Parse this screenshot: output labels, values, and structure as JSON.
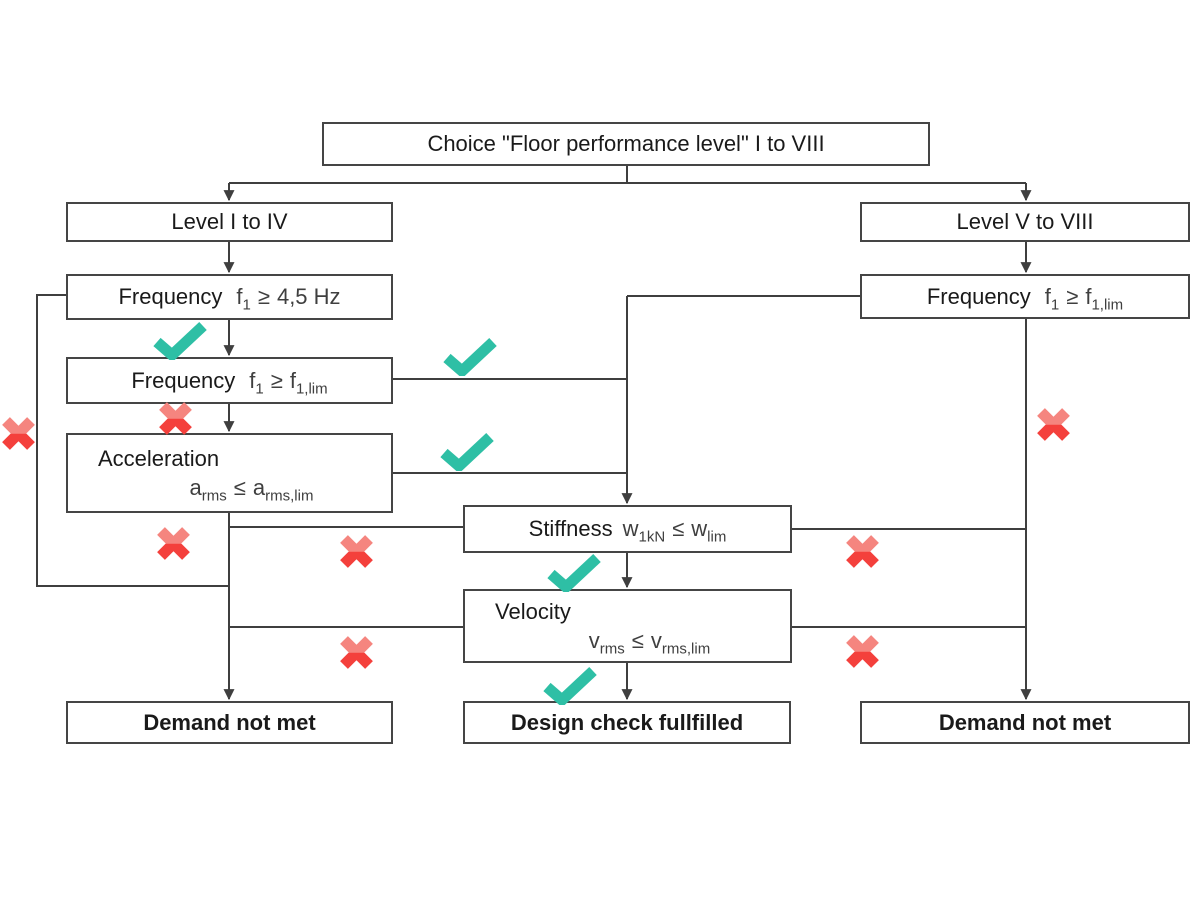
{
  "colors": {
    "check": "#2ebfa5",
    "cross_top": "#f5857f",
    "cross_bottom": "#f4403c",
    "line": "#3f3f3f",
    "border": "#454545",
    "label_text": "#1a1a1a",
    "formula_text": "#3f3f3f",
    "background": "#ffffff"
  },
  "icons": {
    "pass": "check-icon",
    "fail": "cross-icon"
  },
  "boxes": {
    "choice": {
      "label": "Choice \"Floor performance level\" I to VIII"
    },
    "level_1_4": {
      "label": "Level I to IV"
    },
    "level_5_8": {
      "label": "Level V to VIII"
    },
    "freq_45": {
      "label": "Frequency",
      "formula": {
        "lhs": "f",
        "lhs_sub": "1",
        "op": "≥",
        "rhs": "4,5 Hz",
        "rhs_sub": ""
      }
    },
    "freq_lim_left": {
      "label": "Frequency",
      "formula": {
        "lhs": "f",
        "lhs_sub": "1",
        "op": "≥",
        "rhs": "f",
        "rhs_sub": "1,lim"
      }
    },
    "acceleration": {
      "label": "Acceleration",
      "formula": {
        "lhs": "a",
        "lhs_sub": "rms",
        "op": "≤",
        "rhs": "a",
        "rhs_sub": "rms,lim"
      }
    },
    "freq_lim_right": {
      "label": "Frequency",
      "formula": {
        "lhs": "f",
        "lhs_sub": "1",
        "op": "≥",
        "rhs": "f",
        "rhs_sub": "1,lim"
      }
    },
    "stiffness": {
      "label": "Stiffness",
      "formula": {
        "lhs": "w",
        "lhs_sub": "1kN",
        "op": "≤",
        "rhs": "w",
        "rhs_sub": "lim"
      }
    },
    "velocity": {
      "label": "Velocity",
      "formula": {
        "lhs": "v",
        "lhs_sub": "rms",
        "op": "≤",
        "rhs": "v",
        "rhs_sub": "rms,lim"
      }
    },
    "demand_not_met_left": {
      "label": "Demand not met"
    },
    "design_check": {
      "label": "Design check fullfilled"
    },
    "demand_not_met_right": {
      "label": "Demand not met"
    }
  }
}
